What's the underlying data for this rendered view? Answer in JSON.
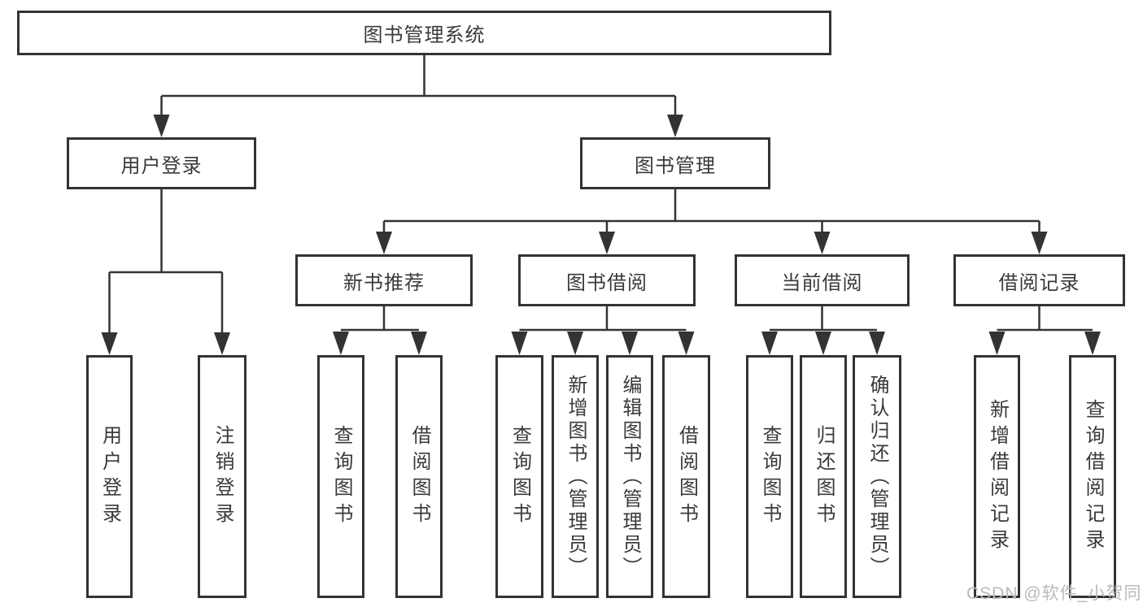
{
  "tree": {
    "label": "图书管理系统",
    "children": [
      {
        "label": "用户登录",
        "children": [
          {
            "label": "用户登录"
          },
          {
            "label": "注销登录"
          }
        ]
      },
      {
        "label": "图书管理",
        "children": [
          {
            "label": "新书推荐",
            "children": [
              {
                "label": "查询图书"
              },
              {
                "label": "借阅图书"
              }
            ]
          },
          {
            "label": "图书借阅",
            "children": [
              {
                "label": "查询图书"
              },
              {
                "label": "新增图书（管理员）"
              },
              {
                "label": "编辑图书（管理员）"
              },
              {
                "label": "借阅图书"
              }
            ]
          },
          {
            "label": "当前借阅",
            "children": [
              {
                "label": "查询图书"
              },
              {
                "label": "归还图书"
              },
              {
                "label": "确认归还（管理员）"
              }
            ]
          },
          {
            "label": "借阅记录",
            "children": [
              {
                "label": "新增借阅记录"
              },
              {
                "label": "查询借阅记录"
              }
            ]
          }
        ]
      }
    ]
  },
  "watermark": {
    "text": "CSDN @软件_小贺同学"
  },
  "colors": {
    "line": "#333333",
    "text": "#3a3a3a",
    "watermark": "#b9b9b9",
    "background": "#ffffff"
  }
}
